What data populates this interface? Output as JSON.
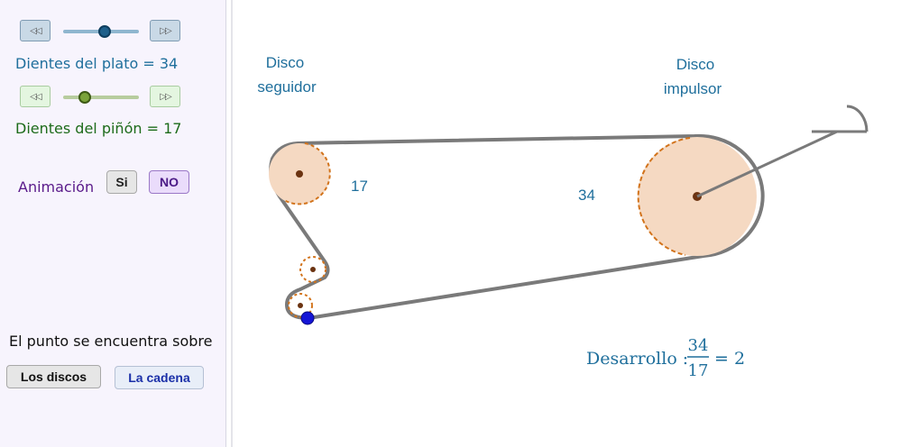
{
  "sidebar": {
    "plato": {
      "label": "Dientes del plato = 34",
      "value": 34,
      "slider_fraction": 0.55,
      "color": "#1f6f9c"
    },
    "pinon": {
      "label": "Dientes del piñón = 17",
      "value": 17,
      "slider_fraction": 0.28,
      "color": "#1d6b1a"
    },
    "step_back_icon": "rewind-icon",
    "step_forward_icon": "fast-forward-icon",
    "animacion": {
      "label": "Animación",
      "si_label": "Si",
      "no_label": "NO"
    },
    "punto_label": "El punto se encuentra sobre",
    "los_discos_label": "Los discos",
    "la_cadena_label": "La cadena"
  },
  "canvas": {
    "disco_seguidor_line1": "Disco",
    "disco_seguidor_line2": "seguidor",
    "disco_impulsor_line1": "Disco",
    "disco_impulsor_line2": "impulsor",
    "small_disc_teeth": "17",
    "large_disc_teeth": "34",
    "desarrollo_label": "Desarrollo :",
    "fraction_numerator": "34",
    "fraction_denominator": "17",
    "fraction_result": "= 2"
  },
  "colors": {
    "text_blue": "#1f6f9c",
    "text_green": "#1d6b1a",
    "text_purple": "#5a1a8a",
    "chain": "#7a7a7a",
    "disc_fill": "#f5d9c2",
    "disc_stroke": "#d2731b",
    "point_blue": "#1515d6",
    "center_dot": "#6b3311"
  }
}
